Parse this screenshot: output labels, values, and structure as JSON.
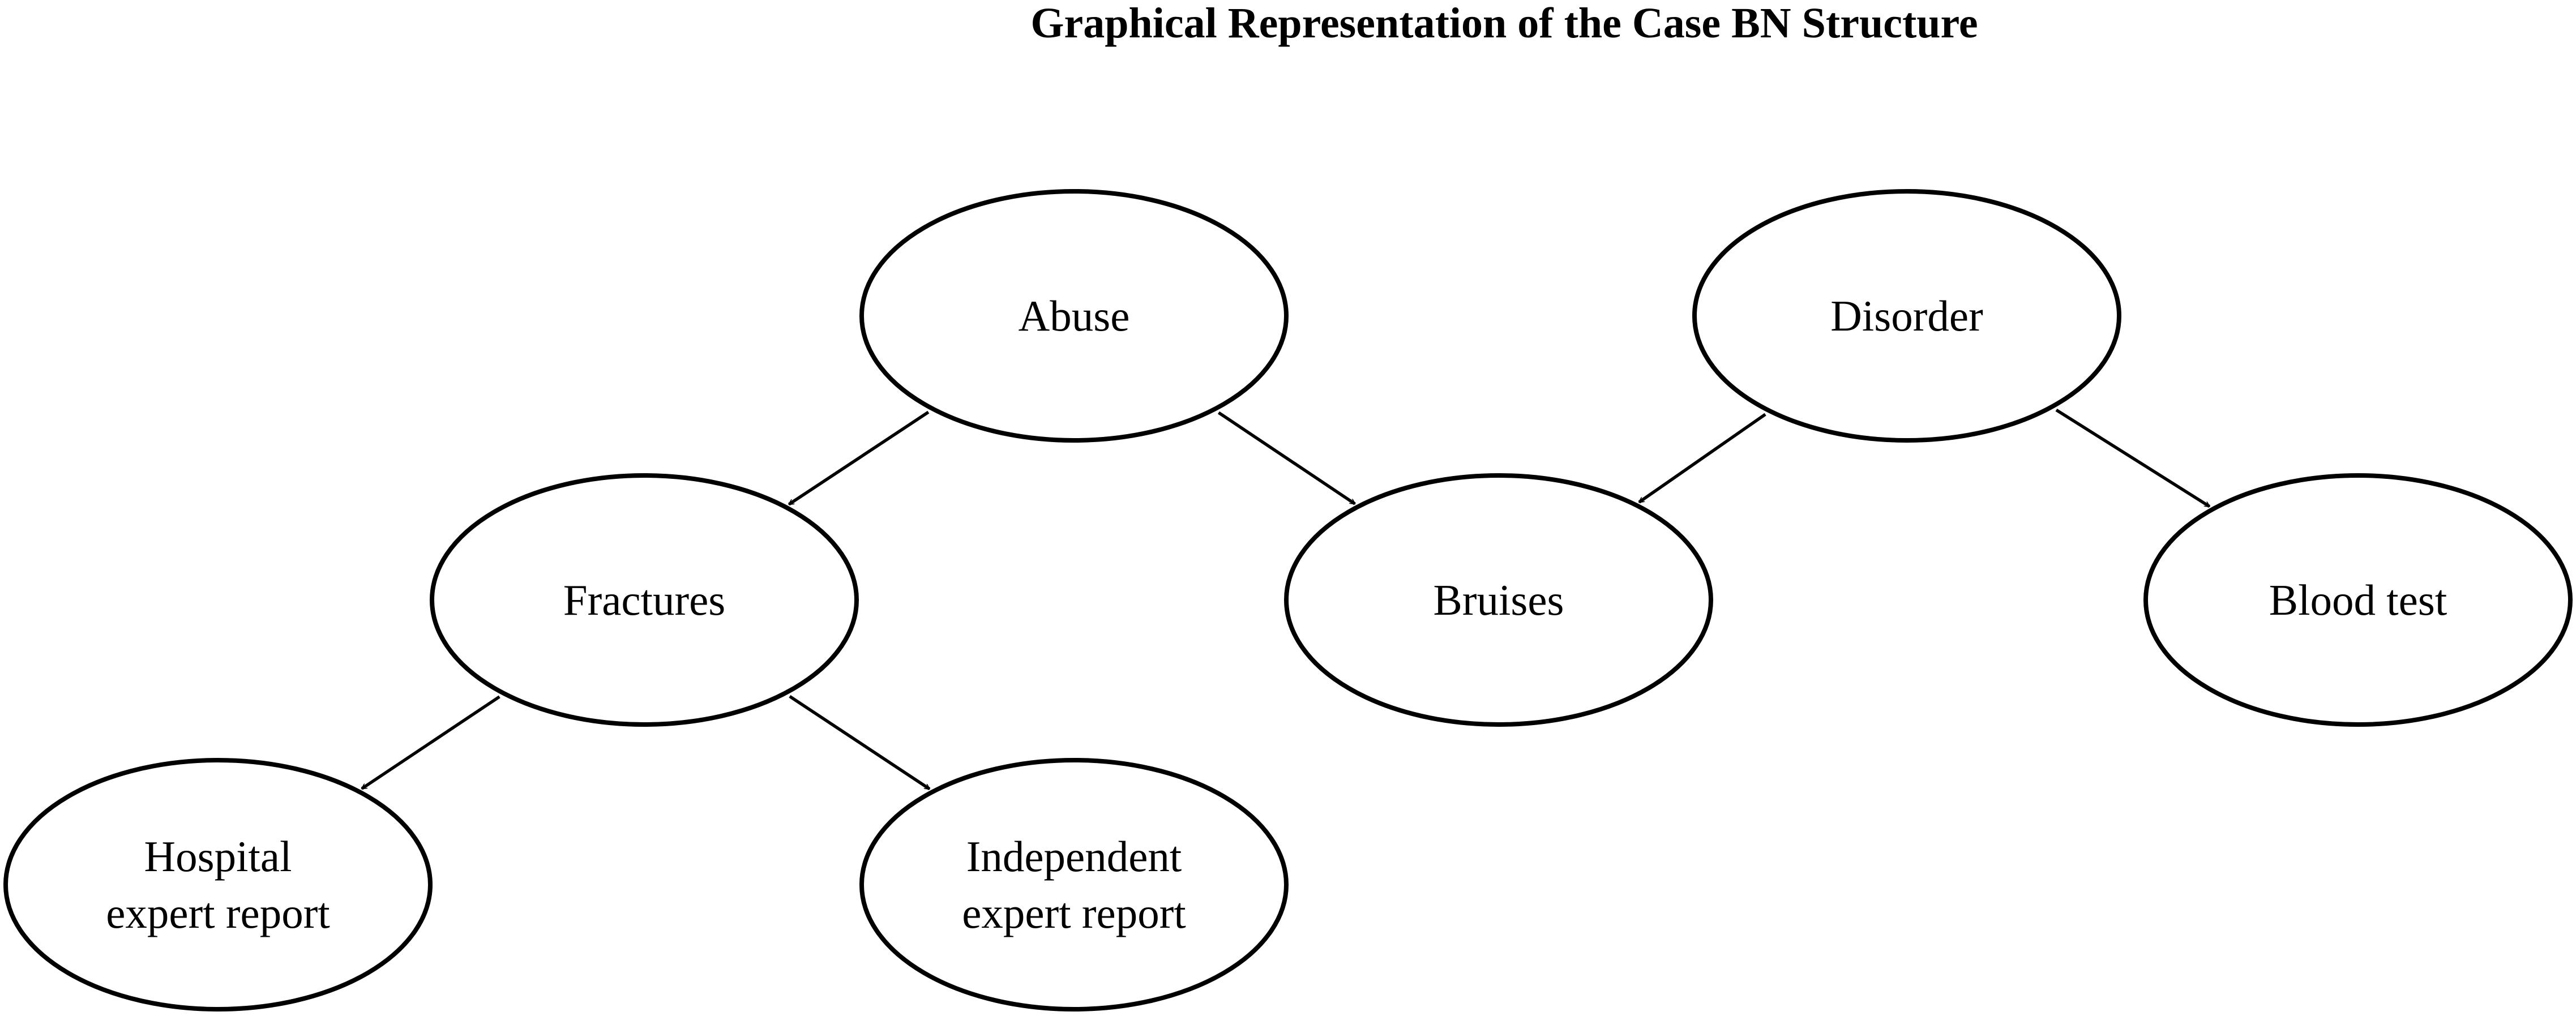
{
  "title": "Graphical Representation of the Case BN Structure",
  "colors": {
    "stroke": "#000000",
    "background": "#ffffff"
  },
  "nodes": [
    {
      "id": "abuse",
      "lines": [
        "Abuse"
      ]
    },
    {
      "id": "disorder",
      "lines": [
        "Disorder"
      ]
    },
    {
      "id": "fractures",
      "lines": [
        "Fractures"
      ]
    },
    {
      "id": "bruises",
      "lines": [
        "Bruises"
      ]
    },
    {
      "id": "blood-test",
      "lines": [
        "Blood test"
      ]
    },
    {
      "id": "hospital-expert-report",
      "lines": [
        "Hospital",
        "expert report"
      ]
    },
    {
      "id": "independent-expert-report",
      "lines": [
        "Independent",
        "expert report"
      ]
    }
  ],
  "edges": [
    {
      "from": "abuse",
      "to": "fractures"
    },
    {
      "from": "abuse",
      "to": "bruises"
    },
    {
      "from": "disorder",
      "to": "bruises"
    },
    {
      "from": "disorder",
      "to": "blood-test"
    },
    {
      "from": "fractures",
      "to": "hospital-expert-report"
    },
    {
      "from": "fractures",
      "to": "independent-expert-report"
    }
  ]
}
